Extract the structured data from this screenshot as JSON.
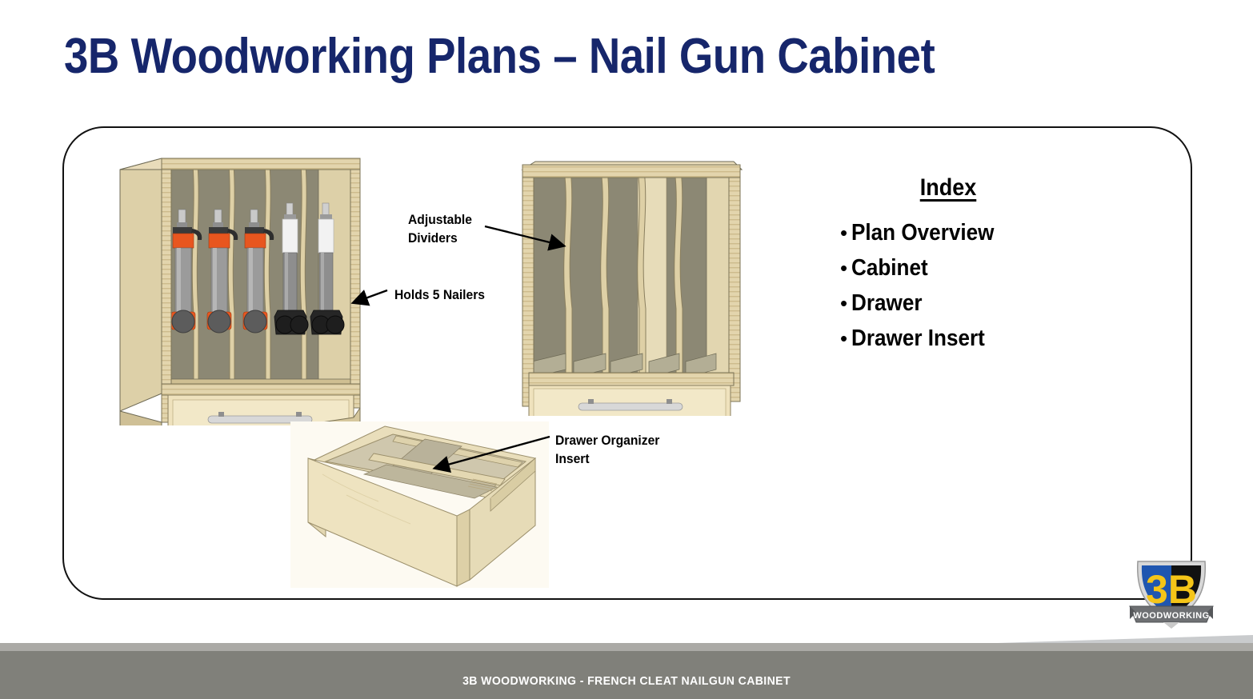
{
  "slide": {
    "title": "3B Woodworking Plans – Nail Gun Cabinet",
    "title_color": "#16266b",
    "background_color": "#ffffff"
  },
  "index": {
    "heading": "Index",
    "bullet_glyph": "•",
    "items": [
      {
        "label": "Plan Overview"
      },
      {
        "label": "Cabinet"
      },
      {
        "label": "Drawer"
      },
      {
        "label": "Drawer Insert"
      }
    ]
  },
  "callouts": [
    {
      "id": "adjustable-dividers",
      "text": "Adjustable\nDividers"
    },
    {
      "id": "holds-5-nailers",
      "text": "Holds 5 Nailers"
    },
    {
      "id": "drawer-organizer-insert",
      "text": "Drawer Organizer\nInsert"
    }
  ],
  "illustrations": {
    "cabinet_loaded": {
      "name": "nail-gun-cabinet-loaded",
      "bay_count": 5,
      "nailer_colors": [
        "#e8561f",
        "#e8561f",
        "#e8561f",
        "#2b2b2b",
        "#2b2b2b"
      ],
      "wood_color": "#e3d5ad",
      "panel_color": "#8c8874"
    },
    "cabinet_empty": {
      "name": "nail-gun-cabinet-empty",
      "bay_count": 5,
      "wood_color": "#e3d5ad",
      "panel_color": "#8c8874"
    },
    "drawer_insert": {
      "name": "drawer-with-organizer-insert",
      "background_color": "#fdfaf2",
      "wood_color": "#e6dcb8"
    }
  },
  "footer": {
    "text": "3B WOODWORKING - FRENCH CLEAT NAILGUN CABINET",
    "bar_color": "#80807a",
    "top_strip_color": "#abaaa6",
    "text_color": "#ffffff"
  },
  "logo": {
    "mark": "3B",
    "banner": "WOODWORKING",
    "shield_left_color": "#1f56b0",
    "shield_right_color": "#111111",
    "letter_color": "#f5c518",
    "banner_color": "#6e7073"
  }
}
